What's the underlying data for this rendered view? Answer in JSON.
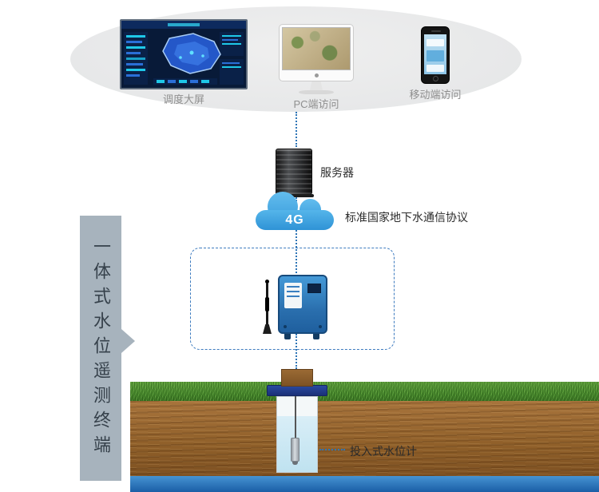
{
  "access_layer": {
    "big_screen_label": "调度大屏",
    "pc_label": "PC端访问",
    "mobile_label": "移动端访问"
  },
  "server": {
    "label": "服务器"
  },
  "network": {
    "cloud_label": "4G",
    "protocol_label": "标准国家地下水通信协议"
  },
  "terminal": {
    "side_label": "一体式水位遥测终端"
  },
  "well": {
    "sensor_label": "投入式水位计"
  },
  "colors": {
    "link_blue": "#2e75b6",
    "cloud_blue": "#3fa9e0",
    "side_bar_gray": "#a7b3bd",
    "grass_green": "#4e8f33",
    "soil_brown": "#8f5f29",
    "groundwater_blue": "#1b5ea6",
    "rtu_blue": "#2a6fae",
    "dashed_box_blue": "#3d7bbf"
  }
}
